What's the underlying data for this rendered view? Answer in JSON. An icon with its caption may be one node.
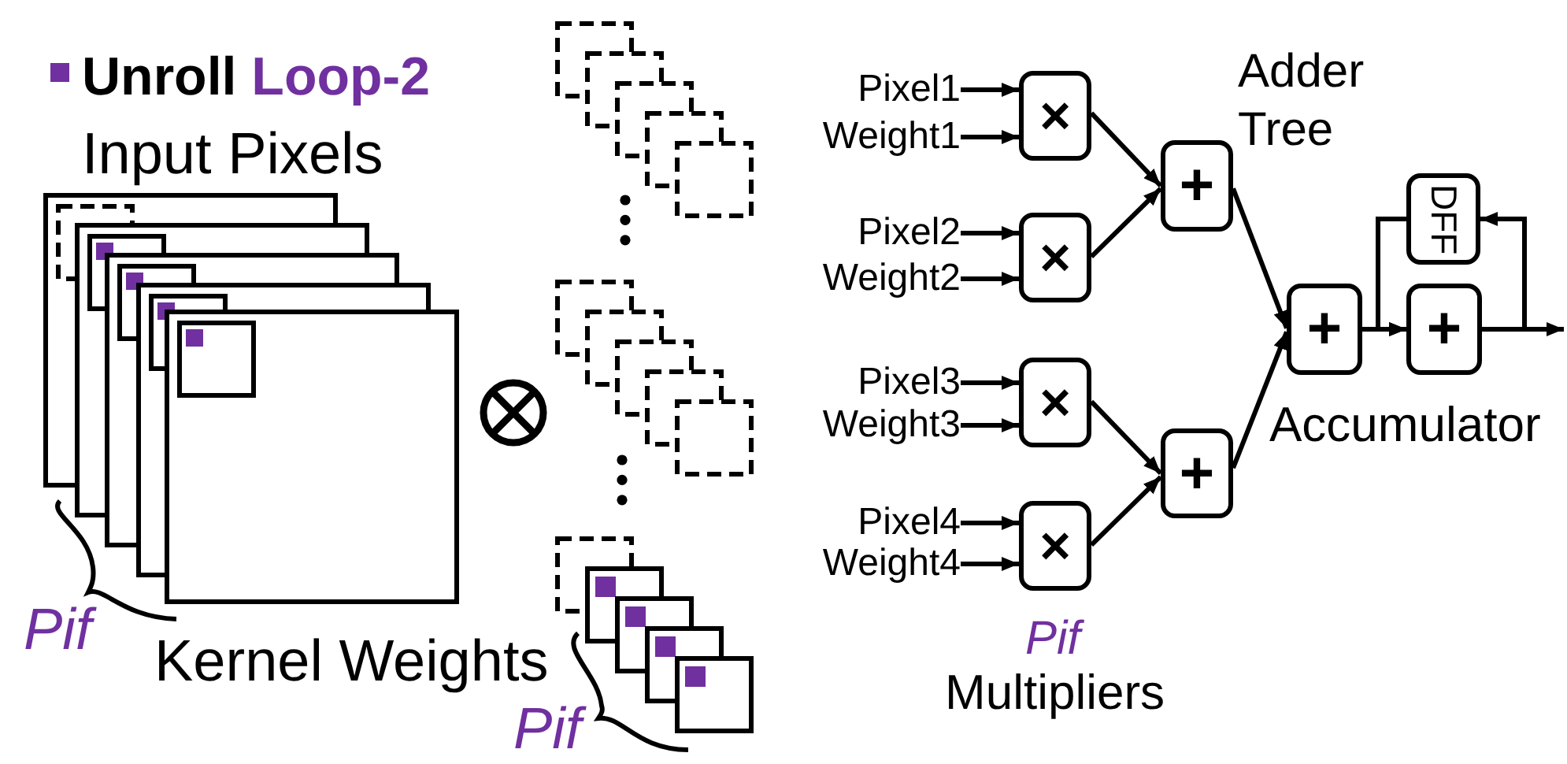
{
  "diagram": {
    "title": "Unroll Loop-2",
    "nodes": [
      {
        "text": [
          "Pixel1"
        ]
      },
      {
        "text": [
          "Weight1"
        ]
      },
      {
        "text": [
          "Pixel2"
        ]
      },
      {
        "text": [
          "Weight2"
        ]
      },
      {
        "text": [
          "Pixel3"
        ]
      },
      {
        "text": [
          "Weight3"
        ]
      },
      {
        "text": [
          "Pixel4"
        ]
      },
      {
        "text": [
          "Weight4"
        ]
      },
      {
        "text": [
          "×"
        ]
      },
      {
        "text": [
          "×"
        ]
      },
      {
        "text": [
          "×"
        ]
      },
      {
        "text": [
          "×"
        ]
      },
      {
        "text": [
          "+"
        ]
      },
      {
        "text": [
          "+"
        ]
      },
      {
        "text": [
          "+"
        ]
      },
      {
        "text": [
          "DFF"
        ]
      },
      {
        "text": [
          "+"
        ]
      }
    ],
    "edges": [
      {
        "from": 0,
        "to": 8,
        "arrow": "to"
      },
      {
        "from": 1,
        "to": 8,
        "arrow": "to"
      },
      {
        "from": 2,
        "to": 9,
        "arrow": "to"
      },
      {
        "from": 3,
        "to": 9,
        "arrow": "to"
      },
      {
        "from": 4,
        "to": 10,
        "arrow": "to"
      },
      {
        "from": 5,
        "to": 10,
        "arrow": "to"
      },
      {
        "from": 6,
        "to": 11,
        "arrow": "to"
      },
      {
        "from": 7,
        "to": 11,
        "arrow": "to"
      },
      {
        "from": 8,
        "to": 12,
        "arrow": "to"
      },
      {
        "from": 9,
        "to": 12,
        "arrow": "to"
      },
      {
        "from": 10,
        "to": 13,
        "arrow": "to"
      },
      {
        "from": 11,
        "to": 13,
        "arrow": "to"
      },
      {
        "from": 12,
        "to": 14,
        "arrow": "to"
      },
      {
        "from": 13,
        "to": 14,
        "arrow": "to"
      },
      {
        "from": 14,
        "to": 16,
        "arrow": "to"
      },
      {
        "from": 15,
        "to": 16,
        "arrow": "to"
      },
      {
        "from": 16,
        "to": 15,
        "arrow": "to"
      },
      {
        "from": 16,
        "to": null,
        "arrow": "to"
      }
    ],
    "labels": [
      "Input Pixels",
      "Pif",
      "Kernel Weights",
      "Pif",
      "Adder Tree",
      "Accumulator",
      "Pif",
      "Multipliers"
    ]
  }
}
